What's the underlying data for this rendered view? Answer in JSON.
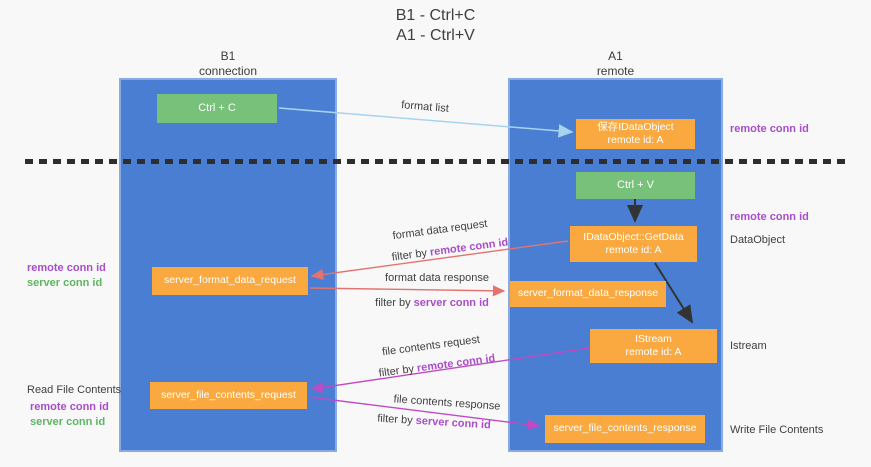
{
  "title": {
    "line1": "B1 - Ctrl+C",
    "line2": "A1 - Ctrl+V"
  },
  "lifelines": {
    "left": {
      "name": "B1",
      "role": "connection"
    },
    "right": {
      "name": "A1",
      "role": "remote"
    }
  },
  "boxes": {
    "ctrl_c": {
      "label": "Ctrl + C"
    },
    "save_dataobject": {
      "line1": "保存IDataObject",
      "line2": "remote id: A"
    },
    "ctrl_v": {
      "label": "Ctrl + V"
    },
    "getdata": {
      "line1": "IDataObject::GetData",
      "line2": "remote id: A"
    },
    "format_request": {
      "label": "server_format_data_request"
    },
    "format_response": {
      "label": "server_format_data_response"
    },
    "istream": {
      "line1": "IStream",
      "line2": "remote id: A"
    },
    "file_request": {
      "label": "server_file_contents_request"
    },
    "file_response": {
      "label": "server_file_contents_response"
    }
  },
  "arrows": {
    "format_list": {
      "label": "format list"
    },
    "format_request": {
      "line1": "format data request",
      "filter_prefix": "filter by ",
      "filter_id": "remote conn id"
    },
    "format_response": {
      "line1": "format data response",
      "filter_prefix": "filter by ",
      "filter_id": "server conn id"
    },
    "file_request": {
      "line1": "file contents request",
      "filter_prefix": "filter by ",
      "filter_id": "remote conn id"
    },
    "file_response": {
      "line1": "file contents response",
      "filter_prefix": "filter by ",
      "filter_id": "server conn id"
    }
  },
  "side_labels": {
    "right_remote_1": "remote conn id",
    "right_remote_2": "remote conn id",
    "dataobject": "DataObject",
    "istream": "Istream",
    "write_file": "Write File Contents",
    "read_file": "Read File Contents",
    "left_top": {
      "remote": "remote conn id",
      "server": "server conn id"
    },
    "left_bottom": {
      "remote": "remote conn id",
      "server": "server conn id"
    }
  },
  "colors": {
    "background": "#f8f8f8",
    "lifeline_blue": "#4a7ed2",
    "box_green": "#77c17a",
    "box_orange": "#f9a93f",
    "arrow_black": "#333333",
    "arrow_lightblue": "#a9d4ee",
    "arrow_salmon": "#e4736f",
    "arrow_magenta": "#c04ac4",
    "text_dark": "#3f3f3f",
    "id_purple": "#a94dc9",
    "id_green": "#5eb562"
  }
}
